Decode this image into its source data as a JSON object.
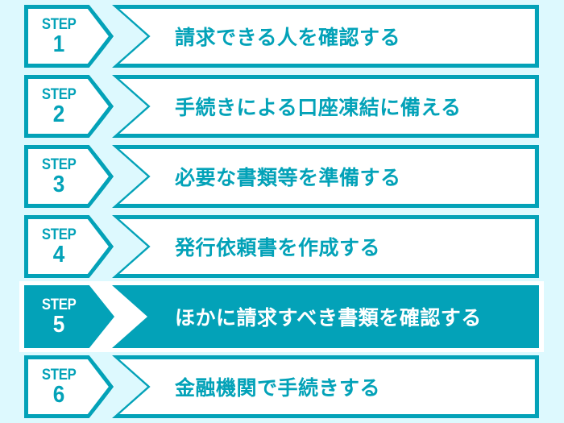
{
  "page": {
    "title": "相続手続きステップフロー",
    "background_color": "#ddf9fe",
    "accent_color": "#03a2b8",
    "panel_color": "#ffffff",
    "active_text_color": "#ffffff"
  },
  "steps": [
    {
      "label": "STEP",
      "number": "1",
      "text": "請求できる人を確認する",
      "active": false
    },
    {
      "label": "STEP",
      "number": "2",
      "text": "手続きによる口座凍結に備える",
      "active": false
    },
    {
      "label": "STEP",
      "number": "3",
      "text": "必要な書類等を準備する",
      "active": false
    },
    {
      "label": "STEP",
      "number": "4",
      "text": "発行依頼書を作成する",
      "active": false
    },
    {
      "label": "STEP",
      "number": "5",
      "text": "ほかに請求すべき書類を確認する",
      "active": true
    },
    {
      "label": "STEP",
      "number": "6",
      "text": "金融機関で手続きする",
      "active": false
    }
  ]
}
